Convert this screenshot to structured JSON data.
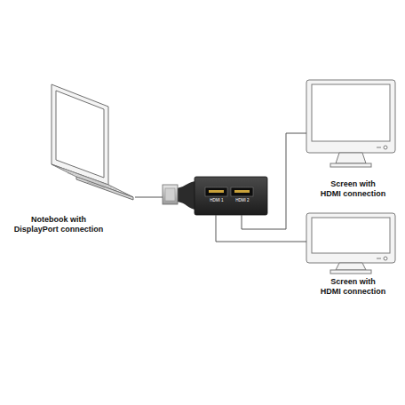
{
  "diagram": {
    "nodes": [
      {
        "text": [
          "Notebook with DisplayPort connection"
        ]
      },
      {
        "text": [
          "HDMI 1",
          "HDMI 2"
        ]
      },
      {
        "text": [
          "Screen with HDMI connection"
        ]
      },
      {
        "text": [
          "Screen with HDMI connection"
        ]
      }
    ],
    "edges": [
      {
        "from": 0,
        "to": 1,
        "arrow": "none"
      },
      {
        "from": 1,
        "to": 2,
        "arrow": "none"
      },
      {
        "from": 1,
        "to": 3,
        "arrow": "none"
      }
    ]
  }
}
